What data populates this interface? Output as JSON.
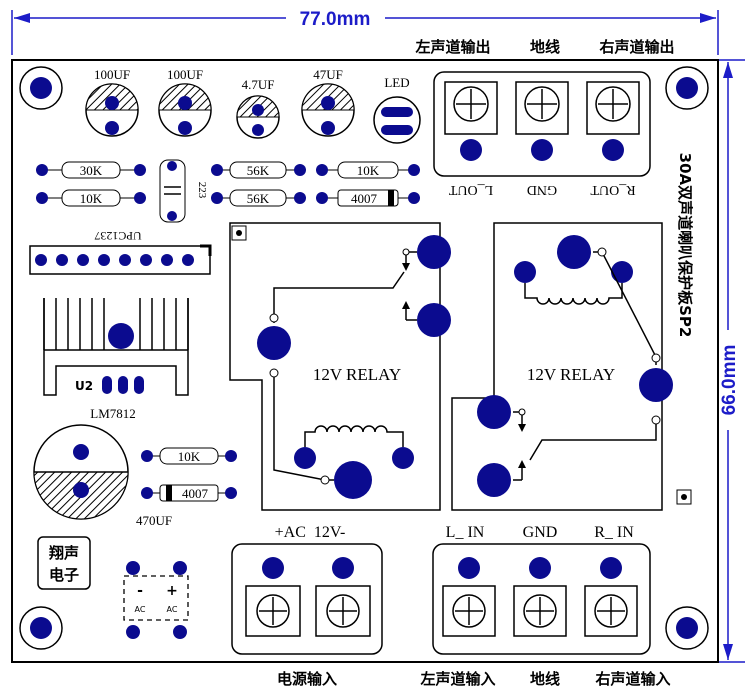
{
  "dimensions": {
    "width": "77.0mm",
    "height": "66.0mm",
    "color": "#1c1cc8"
  },
  "colors": {
    "pad": "#0b0b8f",
    "line": "#000000"
  },
  "caps": [
    {
      "value": "100UF"
    },
    {
      "value": "100UF"
    },
    {
      "value": "4.7UF"
    },
    {
      "value": "47UF"
    }
  ],
  "led": {
    "label": "LED"
  },
  "resistors": {
    "r1": "30K",
    "r2": "10K",
    "r3": "56K",
    "r4": "56K",
    "r5": "10K",
    "r6": "10K"
  },
  "diodes": {
    "d1": "4007",
    "d2": "4007"
  },
  "small_cap": "223",
  "ic": {
    "label": "UPC1237"
  },
  "regulator": {
    "ref": "U2",
    "part": "LM7812"
  },
  "big_cap": {
    "value": "470UF"
  },
  "brand": {
    "line1": "翔声",
    "line2": "电子"
  },
  "bridge": {
    "minus": "-",
    "plus": "+",
    "ac1": "AC",
    "ac2": "AC"
  },
  "relays": {
    "left": "12V RELAY",
    "right": "12V RELAY"
  },
  "side_title": "30A双声道喇叭保护板SP2",
  "output": {
    "top_labels": [
      "左声道输出",
      "地线",
      "右声道输出"
    ],
    "pin_labels": [
      "L_OUT",
      "GND",
      "R_OUT"
    ]
  },
  "input": {
    "pin_labels": [
      "L_ IN",
      "GND",
      "R_ IN"
    ],
    "bottom_labels": [
      "左声道输入",
      "地线",
      "右声道输入"
    ]
  },
  "power": {
    "pin_label": "+AC  12V-",
    "bottom_label": "电源输入"
  }
}
